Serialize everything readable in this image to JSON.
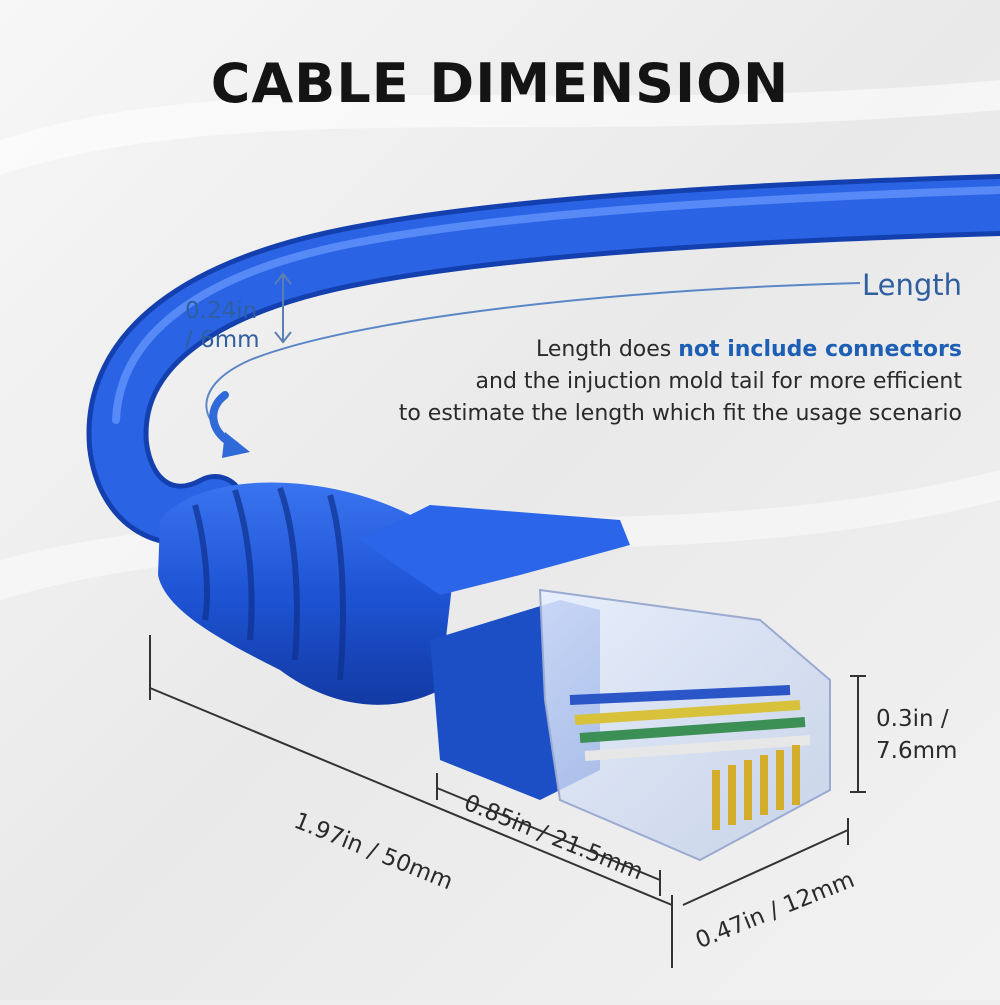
{
  "title": "CABLE DIMENSION",
  "colors": {
    "cable_blue": "#1f57d6",
    "label_blue": "#2f5f9f",
    "highlight_blue": "#1d5fb4",
    "text_dark": "#2a2a2a",
    "background": "#eeeeee"
  },
  "length_label": "Length",
  "note": {
    "line1_prefix": "Length does ",
    "line1_highlight": "not include connectors",
    "line2": "and the injuction mold tail for more efficient",
    "line3": "to estimate the length which fit the usage scenario"
  },
  "dimensions": {
    "cable_diameter_in": "0.24in",
    "cable_diameter_mm": "/ 6mm",
    "connector_height_in": "0.3in /",
    "connector_height_mm": "7.6mm",
    "total_length": "1.97in / 50mm",
    "plug_length": "0.85in / 21.5mm",
    "plug_width": "0.47in / 12mm"
  },
  "icons": {
    "curved_arrow": "curved-arrow-down-icon",
    "double_arrow": "vertical-double-arrow-icon"
  }
}
